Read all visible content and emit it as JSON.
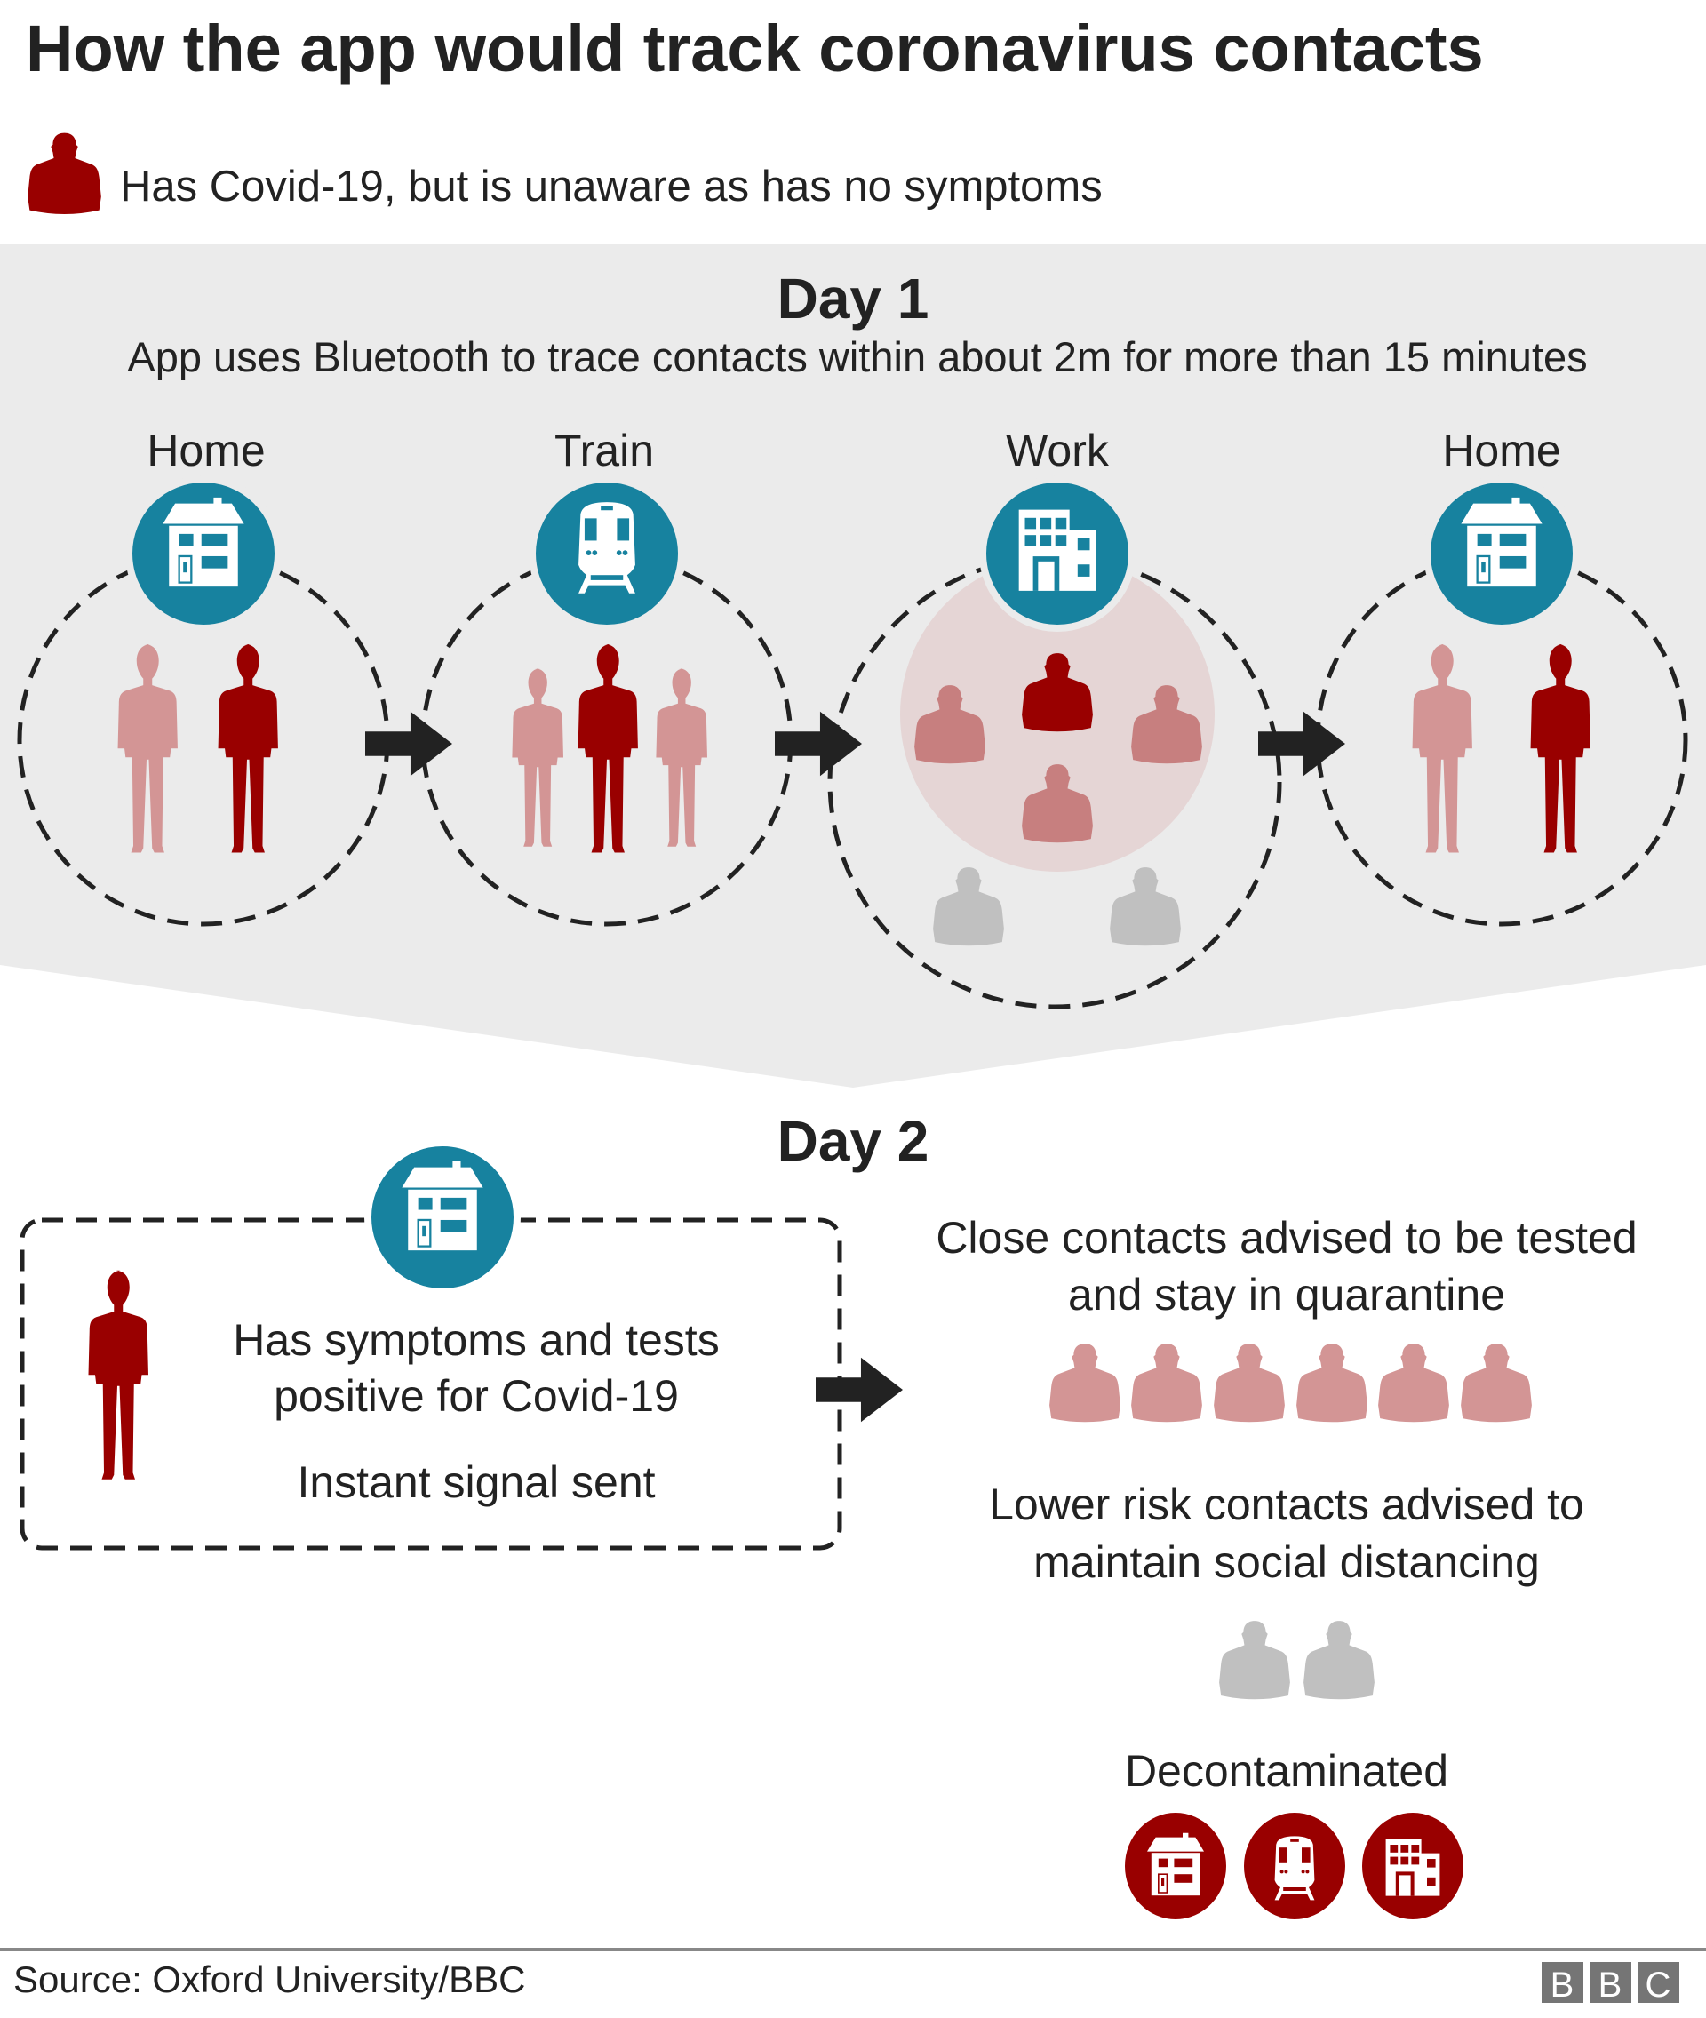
{
  "title": "How the app would track coronavirus contacts",
  "legend": {
    "label": "Has Covid-19, but is unaware as has no symptoms",
    "icon": "person-bust-icon"
  },
  "day1": {
    "heading": "Day 1",
    "subtitle": "App uses Bluetooth to trace contacts within about 2m for more than 15 minutes",
    "locations": [
      {
        "label": "Home",
        "icon": "house-icon"
      },
      {
        "label": "Train",
        "icon": "train-icon"
      },
      {
        "label": "Work",
        "icon": "office-building-icon"
      },
      {
        "label": "Home",
        "icon": "house-icon"
      }
    ]
  },
  "day2": {
    "heading": "Day 2",
    "box_line1": "Has symptoms and tests",
    "box_line2": "positive for Covid-19",
    "box_line3": "Instant signal sent",
    "close_line1": "Close contacts advised to be tested",
    "close_line2": "and stay in quarantine",
    "close_count": 6,
    "lower_line1": "Lower risk contacts advised to",
    "lower_line2": "maintain social distancing",
    "lower_count": 2,
    "decon_label": "Decontaminated"
  },
  "footer": {
    "source": "Source: Oxford University/BBC",
    "logo": "BBC"
  },
  "colors": {
    "teal": "#17829f",
    "infected": "#990000",
    "contact": "#d39595",
    "work_contact": "#c77f7f",
    "lower_risk": "#c0c0c0",
    "band": "#ebebeb"
  }
}
